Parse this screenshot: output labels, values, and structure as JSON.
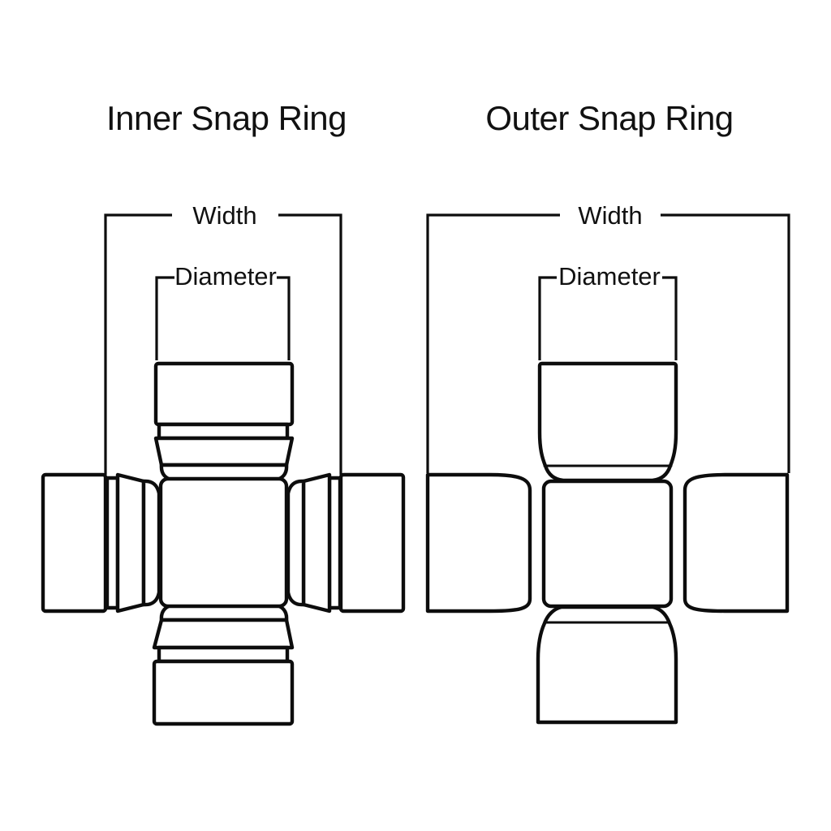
{
  "canvas": {
    "background_color": "#ffffff",
    "line_color": "#0d0d0d",
    "text_color": "#111111"
  },
  "figures": [
    {
      "title": "Inner Snap Ring",
      "labels": {
        "width": "Width",
        "diameter": "Diameter"
      }
    },
    {
      "title": "Outer Snap Ring",
      "labels": {
        "width": "Width",
        "diameter": "Diameter"
      }
    }
  ]
}
